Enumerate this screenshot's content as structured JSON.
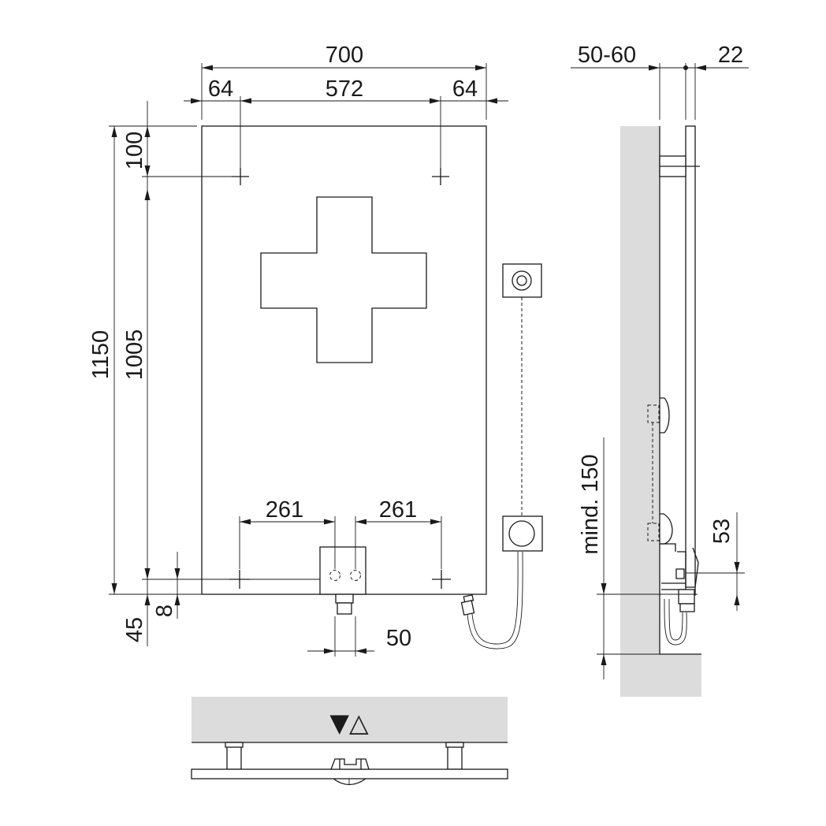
{
  "front_view": {
    "width_total": "700",
    "hole_spacing": "572",
    "edge_left": "64",
    "edge_right": "64",
    "height_total": "1150",
    "hole_vertical": "1005",
    "top_offset": "100",
    "bottom_offset": "45",
    "bottom_small": "8",
    "valve_left": "261",
    "valve_right": "261",
    "pipe_spacing": "50"
  },
  "side_view": {
    "wall_distance": "50-60",
    "panel_thickness": "22",
    "min_height": "mind. 150",
    "connection_height": "53"
  },
  "plan_view": {
    "flow_symbols": "▼△"
  },
  "colors": {
    "line": "#1a1a1a",
    "wall": "#dcdcdc",
    "background": "#ffffff"
  }
}
